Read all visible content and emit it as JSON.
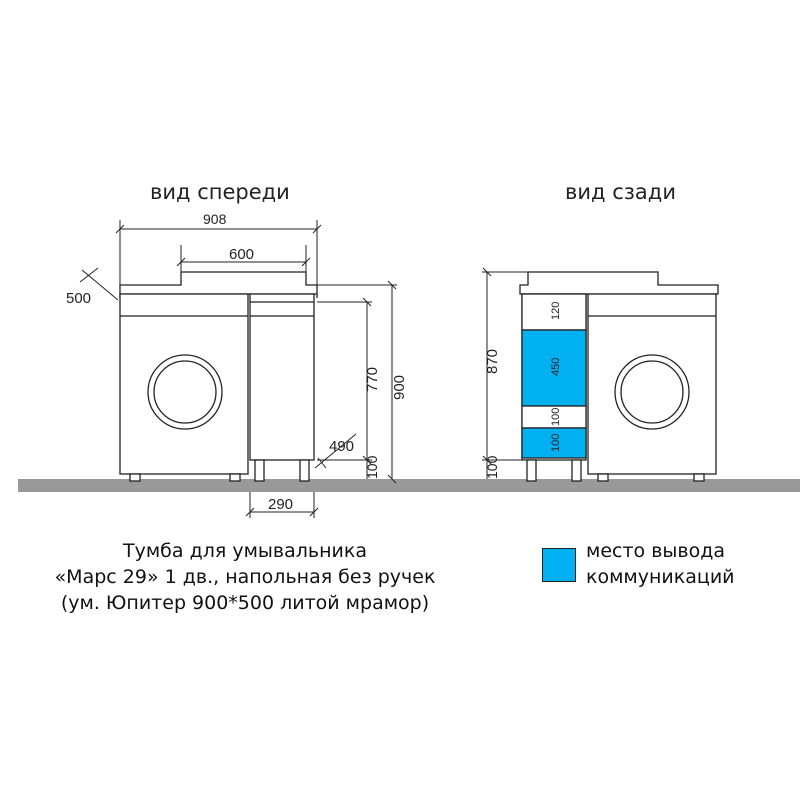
{
  "views": {
    "front_title": "вид спереди",
    "back_title": "вид сзади"
  },
  "front_dims": {
    "width_total": "908",
    "width_top": "600",
    "depth": "500",
    "height_770": "770",
    "height_900": "900",
    "depth_490": "490",
    "leg_100": "100",
    "width_290": "290"
  },
  "back_dims": {
    "height_870": "870",
    "leg_100": "100",
    "zone_120": "120",
    "zone_450": "450",
    "zone_100a": "100",
    "zone_100b": "100"
  },
  "caption": {
    "line1": "Тумба для умывальника",
    "line2": "«Марс 29» 1 дв., напольная без ручек",
    "line3": "(ум. Юпитер 900*500 литой мрамор)"
  },
  "legend": {
    "line1": "место вывода",
    "line2": "коммуникаций",
    "color": "#00b0f0"
  },
  "colors": {
    "floor": "#999999",
    "lines": "#222222",
    "highlight": "#00b0f0"
  }
}
